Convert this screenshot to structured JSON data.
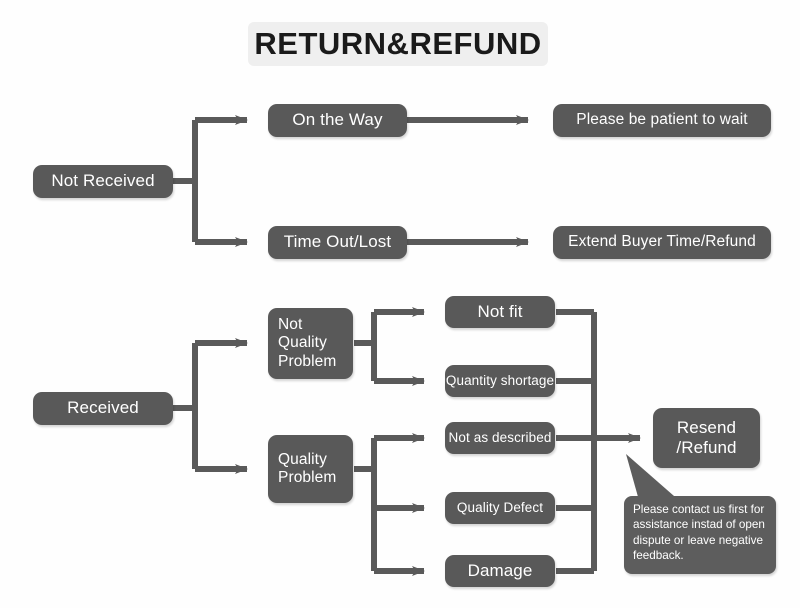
{
  "title": "RETURN&REFUND",
  "flow": {
    "not_received": {
      "label": "Not Received",
      "branches": [
        {
          "label": "On the Way",
          "outcome": "Please be patient to wait"
        },
        {
          "label": "Time Out/Lost",
          "outcome": "Extend Buyer Time/Refund"
        }
      ]
    },
    "received": {
      "label": "Received",
      "categories": [
        {
          "label": "Not\nQuality\nProblem",
          "reasons": [
            "Not fit",
            "Quantity shortage"
          ]
        },
        {
          "label": "Quality\nProblem",
          "reasons": [
            "Not as described",
            "Quality Defect",
            "Damage"
          ]
        }
      ],
      "outcome": "Resend\n/Refund"
    }
  },
  "callout": {
    "text": "Please contact us first for assistance instad of open dispute or leave negative feedback."
  },
  "nodes": {
    "not_received": "Not Received",
    "on_the_way": "On the Way",
    "please_wait": "Please be patient to wait",
    "time_out_lost": "Time Out/Lost",
    "extend_buyer": "Extend Buyer Time/Refund",
    "received": "Received",
    "not_quality_problem": "Not\nQuality\nProblem",
    "quality_problem": "Quality\nProblem",
    "not_fit": "Not fit",
    "quantity_shortage": "Quantity shortage",
    "not_as_described": "Not as described",
    "quality_defect": "Quality Defect",
    "damage": "Damage",
    "resend_refund": "Resend\n/Refund"
  },
  "colors": {
    "node_fill": "#595959",
    "node_text": "#ffffff",
    "connector": "#5a5a5a",
    "title_bg": "#efefef",
    "title_text": "#1a1a1a",
    "page_bg": "#fefefe"
  }
}
